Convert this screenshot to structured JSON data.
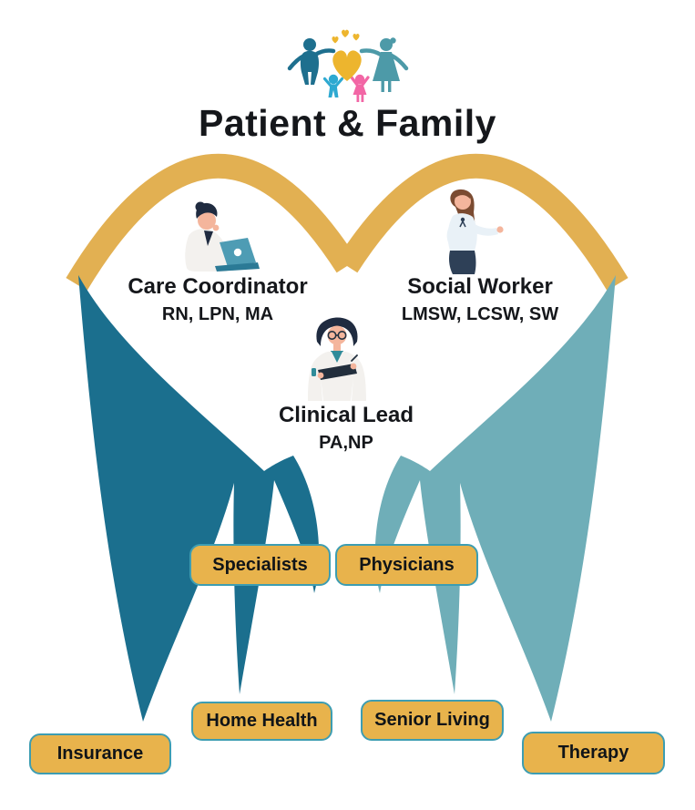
{
  "title": "Patient & Family",
  "roles": {
    "care_coordinator": {
      "name": "Care Coordinator",
      "credentials": "RN, LPN, MA"
    },
    "social_worker": {
      "name": "Social Worker",
      "credentials": "LMSW, LCSW, SW"
    },
    "clinical_lead": {
      "name": "Clinical Lead",
      "credentials": "PA,NP"
    }
  },
  "partners": {
    "specialists": {
      "label": "Specialists"
    },
    "physicians": {
      "label": "Physicians"
    },
    "home_health": {
      "label": "Home Health"
    },
    "senior_living": {
      "label": "Senior Living"
    },
    "insurance": {
      "label": "Insurance"
    },
    "therapy": {
      "label": "Therapy"
    }
  },
  "icons": {
    "logo": "family-with-heart-logo",
    "care_coordinator": "woman-at-laptop-illustration",
    "social_worker": "woman-presenting-illustration",
    "clinical_lead": "doctor-with-clipboard-illustration"
  },
  "colors": {
    "text_dark": "#15171B",
    "dark_teal": "#1B6F8E",
    "light_teal": "#6FAEB8",
    "gold_arc": "#E2B052",
    "box_gold": "#E8B34C",
    "box_border": "#3D9DB2",
    "heart_gold": "#EDB52E",
    "dad_teal": "#1E6F8E",
    "mom_teal": "#4D9AA8",
    "boy_blue": "#2EA9D1",
    "girl_pink": "#F266A5",
    "skin": "#F4B59C",
    "hair_dark": "#1F2B40",
    "hair_brown": "#7B4B31",
    "coat_white": "#F3F1EE",
    "laptop_teal": "#4E9CB4",
    "laptop_base": "#2B7A96",
    "blouse": "#E9F1F7",
    "skirt_navy": "#2E4057",
    "scrub_teal": "#2F8B99",
    "clipboard_dark": "#222E3C"
  }
}
